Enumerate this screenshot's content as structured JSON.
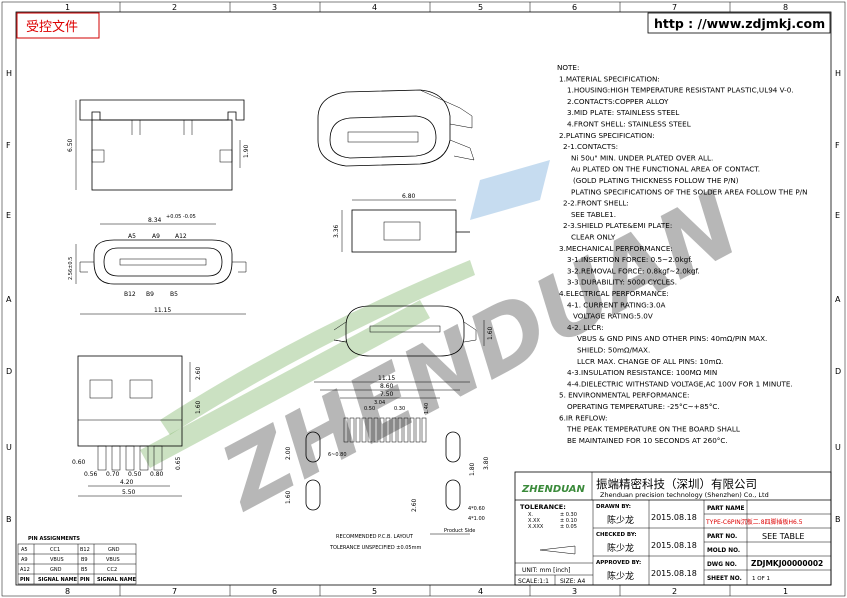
{
  "header": {
    "stamp": "受控文件",
    "url": "http : //www.zdjmkj.com"
  },
  "grid": {
    "top": [
      "1",
      "2",
      "3",
      "4",
      "5",
      "6",
      "7",
      "8"
    ],
    "bottom": [
      "1",
      "2",
      "3",
      "4",
      "5",
      "6",
      "7",
      "8"
    ],
    "left": [
      "H",
      "F",
      "E",
      "A",
      "D",
      "U",
      "B"
    ],
    "right": [
      "H",
      "F",
      "E",
      "A",
      "D",
      "U",
      "B"
    ]
  },
  "notes": [
    "NOTE:",
    "1.MATERIAL SPECIFICATION:",
    "1.HOUSING:HIGH TEMPERATURE RESISTANT PLASTIC,UL94 V-0.",
    "2.CONTACTS:COPPER ALLOY",
    "3.MID PLATE: STAINLESS STEEL",
    "4.FRONT SHELL: STAINLESS STEEL",
    "2.PLATING SPECIFICATION:",
    "2-1.CONTACTS:",
    "Ni 50u\" MIN. UNDER PLATED OVER ALL.",
    "Au PLATED ON THE FUNCTIONAL AREA OF CONTACT.",
    "(GOLD PLATING THICKNESS FOLLOW THE P/N)",
    "PLATING SPECIFICATIONS OF THE SOLDER AREA FOLLOW THE P/N",
    "2-2.FRONT SHELL:",
    "SEE TABLE1.",
    "2-3.SHIELD PLATE&EMI PLATE:",
    "CLEAR ONLY",
    "3.MECHANICAL PERFORMANCE:",
    "3-1.INSERTION FORCE: 0.5~2.0kgf.",
    "3-2.REMOVAL FORCE: 0.8kgf~2.0kgf.",
    "3-3.DURABILITY: 5000 CYCLES.",
    "4.ELECTRICAL PERFORMANCE:",
    "4-1. CURRENT RATING:3.0A",
    "VOLTAGE RATING:5.0V",
    "4-2. LLCR:",
    "VBUS & GND PINS AND OTHER PINS: 40mΩ/PIN MAX.",
    "SHIELD: 50mΩ/MAX.",
    "LLCR MAX. CHANGE OF ALL PINS: 10mΩ.",
    "4-3.INSULATION RESISTANCE: 100MΩ MIN",
    "4-4.DIELECTRIC WITHSTAND VOLTAGE,AC 100V FOR 1 MINUTE.",
    "5. ENVIRONMENTAL PERFORMANCE:",
    "OPERATING TEMPERATURE: -25°C~+85°C.",
    "6.IR REFLOW:",
    "THE PEAK TEMPERATURE ON THE BOARD SHALL",
    "BE MAINTAINED FOR 10 SECONDS AT 260°C."
  ],
  "dims": {
    "height_650": "6.50",
    "height_190": "1.90",
    "width_834": "8.34",
    "width_834_tol": "+0.05 -0.05",
    "a5": "A5",
    "a9": "A9",
    "a12": "A12",
    "b12": "B12",
    "b9": "B9",
    "b5": "B5",
    "h_256": "2.56±0.5",
    "w_1115": "11.15",
    "w_680": "6.80",
    "h_336": "3.36",
    "pcb_1115": "11.15",
    "pcb_860": "8.60",
    "pcb_750": "7.50",
    "pcb_304": "3.04",
    "pcb_050": "0.50",
    "pcb_030": "0.30",
    "pcb_140": "1.40",
    "pcb_200": "2.00",
    "pcb_080": "6~0.80",
    "pcb_160": "1.60",
    "pcb_180": "1.80",
    "pcb_380": "3.80",
    "pcb_260": "2.60",
    "pcb_060": "4*0.60",
    "pcb_100": "4*1.00",
    "side_160": "1.60",
    "side_260": "2.60",
    "side_060": "0.60",
    "side_056": "0.56",
    "side_420": "4.20",
    "side_550": "5.50",
    "side_080": "0.80",
    "side_070": "0.70",
    "side_065": "0.65",
    "side_050": "0.50"
  },
  "pcb_layout_title": "RECOMMENDED P.C.B. LAYOUT",
  "pcb_tolerance": "TOLERANCE UNSPECIFIED ±0.05mm",
  "product_side": "Product Side",
  "pin_table": {
    "title": "PIN ASSIGNMENTS",
    "rows": [
      [
        "A5",
        "CC1",
        "B12",
        "GND"
      ],
      [
        "A9",
        "VBUS",
        "B9",
        "VBUS"
      ],
      [
        "A12",
        "GND",
        "B5",
        "CC2"
      ],
      [
        "PIN",
        "SIGNAL NAME",
        "PIN",
        "SIGNAL NAME"
      ]
    ]
  },
  "title_block": {
    "logo": "ZHENDUAN",
    "company_cn": "振端精密科技（深圳）有限公司",
    "company_en": "Zhenduan precision technology (Shenzhen) Co., Ltd",
    "tolerance_label": "TOLERANCE:",
    "tol_x": "X.",
    "tol_xx": "X.XX",
    "tol_xxx": "X.XXX",
    "tol_v1": "± 0.30",
    "tol_v2": "± 0.10",
    "tol_v3": "± 0.05",
    "unit_label": "UNIT: mm [inch]",
    "scale_label": "SCALE:1:1",
    "size_label": "SIZE: A4",
    "drawn_label": "DRAWN BY:",
    "drawn_name": "陈少龙",
    "drawn_date": "2015.08.18",
    "checked_label": "CHECKED BY:",
    "checked_name": "陈少龙",
    "checked_date": "2015.08.18",
    "approved_label": "APPROVED BY:",
    "approved_name": "陈少龙",
    "approved_date": "2015.08.18",
    "part_name_label": "PART NAME",
    "part_name": "TYPE-C6PIN沉板二.8四脚插板H6.5",
    "part_no_label": "PART NO.",
    "part_no": "SEE TABLE",
    "mold_no_label": "MOLD NO.",
    "mold_no": "",
    "dwg_no_label": "DWG NO.",
    "dwg_no": "ZDJMKJ00000002",
    "sheet_no_label": "SHEET NO.",
    "sheet_no": "1 OF 1"
  },
  "colors": {
    "stamp": "#d00000",
    "watermark_green": "#6aa84f",
    "watermark_blue": "#5b9bd5"
  }
}
